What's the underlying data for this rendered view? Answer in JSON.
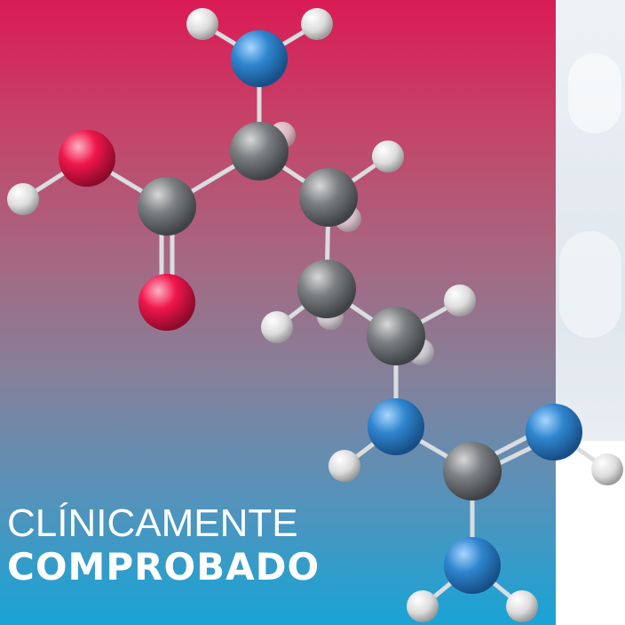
{
  "headline": {
    "line1": "CLÍNICAMENTE",
    "line2": "COMPROBADO"
  },
  "colors": {
    "gradient_top": "#da1b55",
    "gradient_bottom": "#18a4d6",
    "oxygen": "#e8174a",
    "nitrogen": "#2b7fc6",
    "carbon": "#6e7275",
    "hydrogen": "#e6e6e6",
    "text": "#ffffff"
  },
  "molecule": {
    "name_icon": "amino-acid-molecule-illustration"
  }
}
